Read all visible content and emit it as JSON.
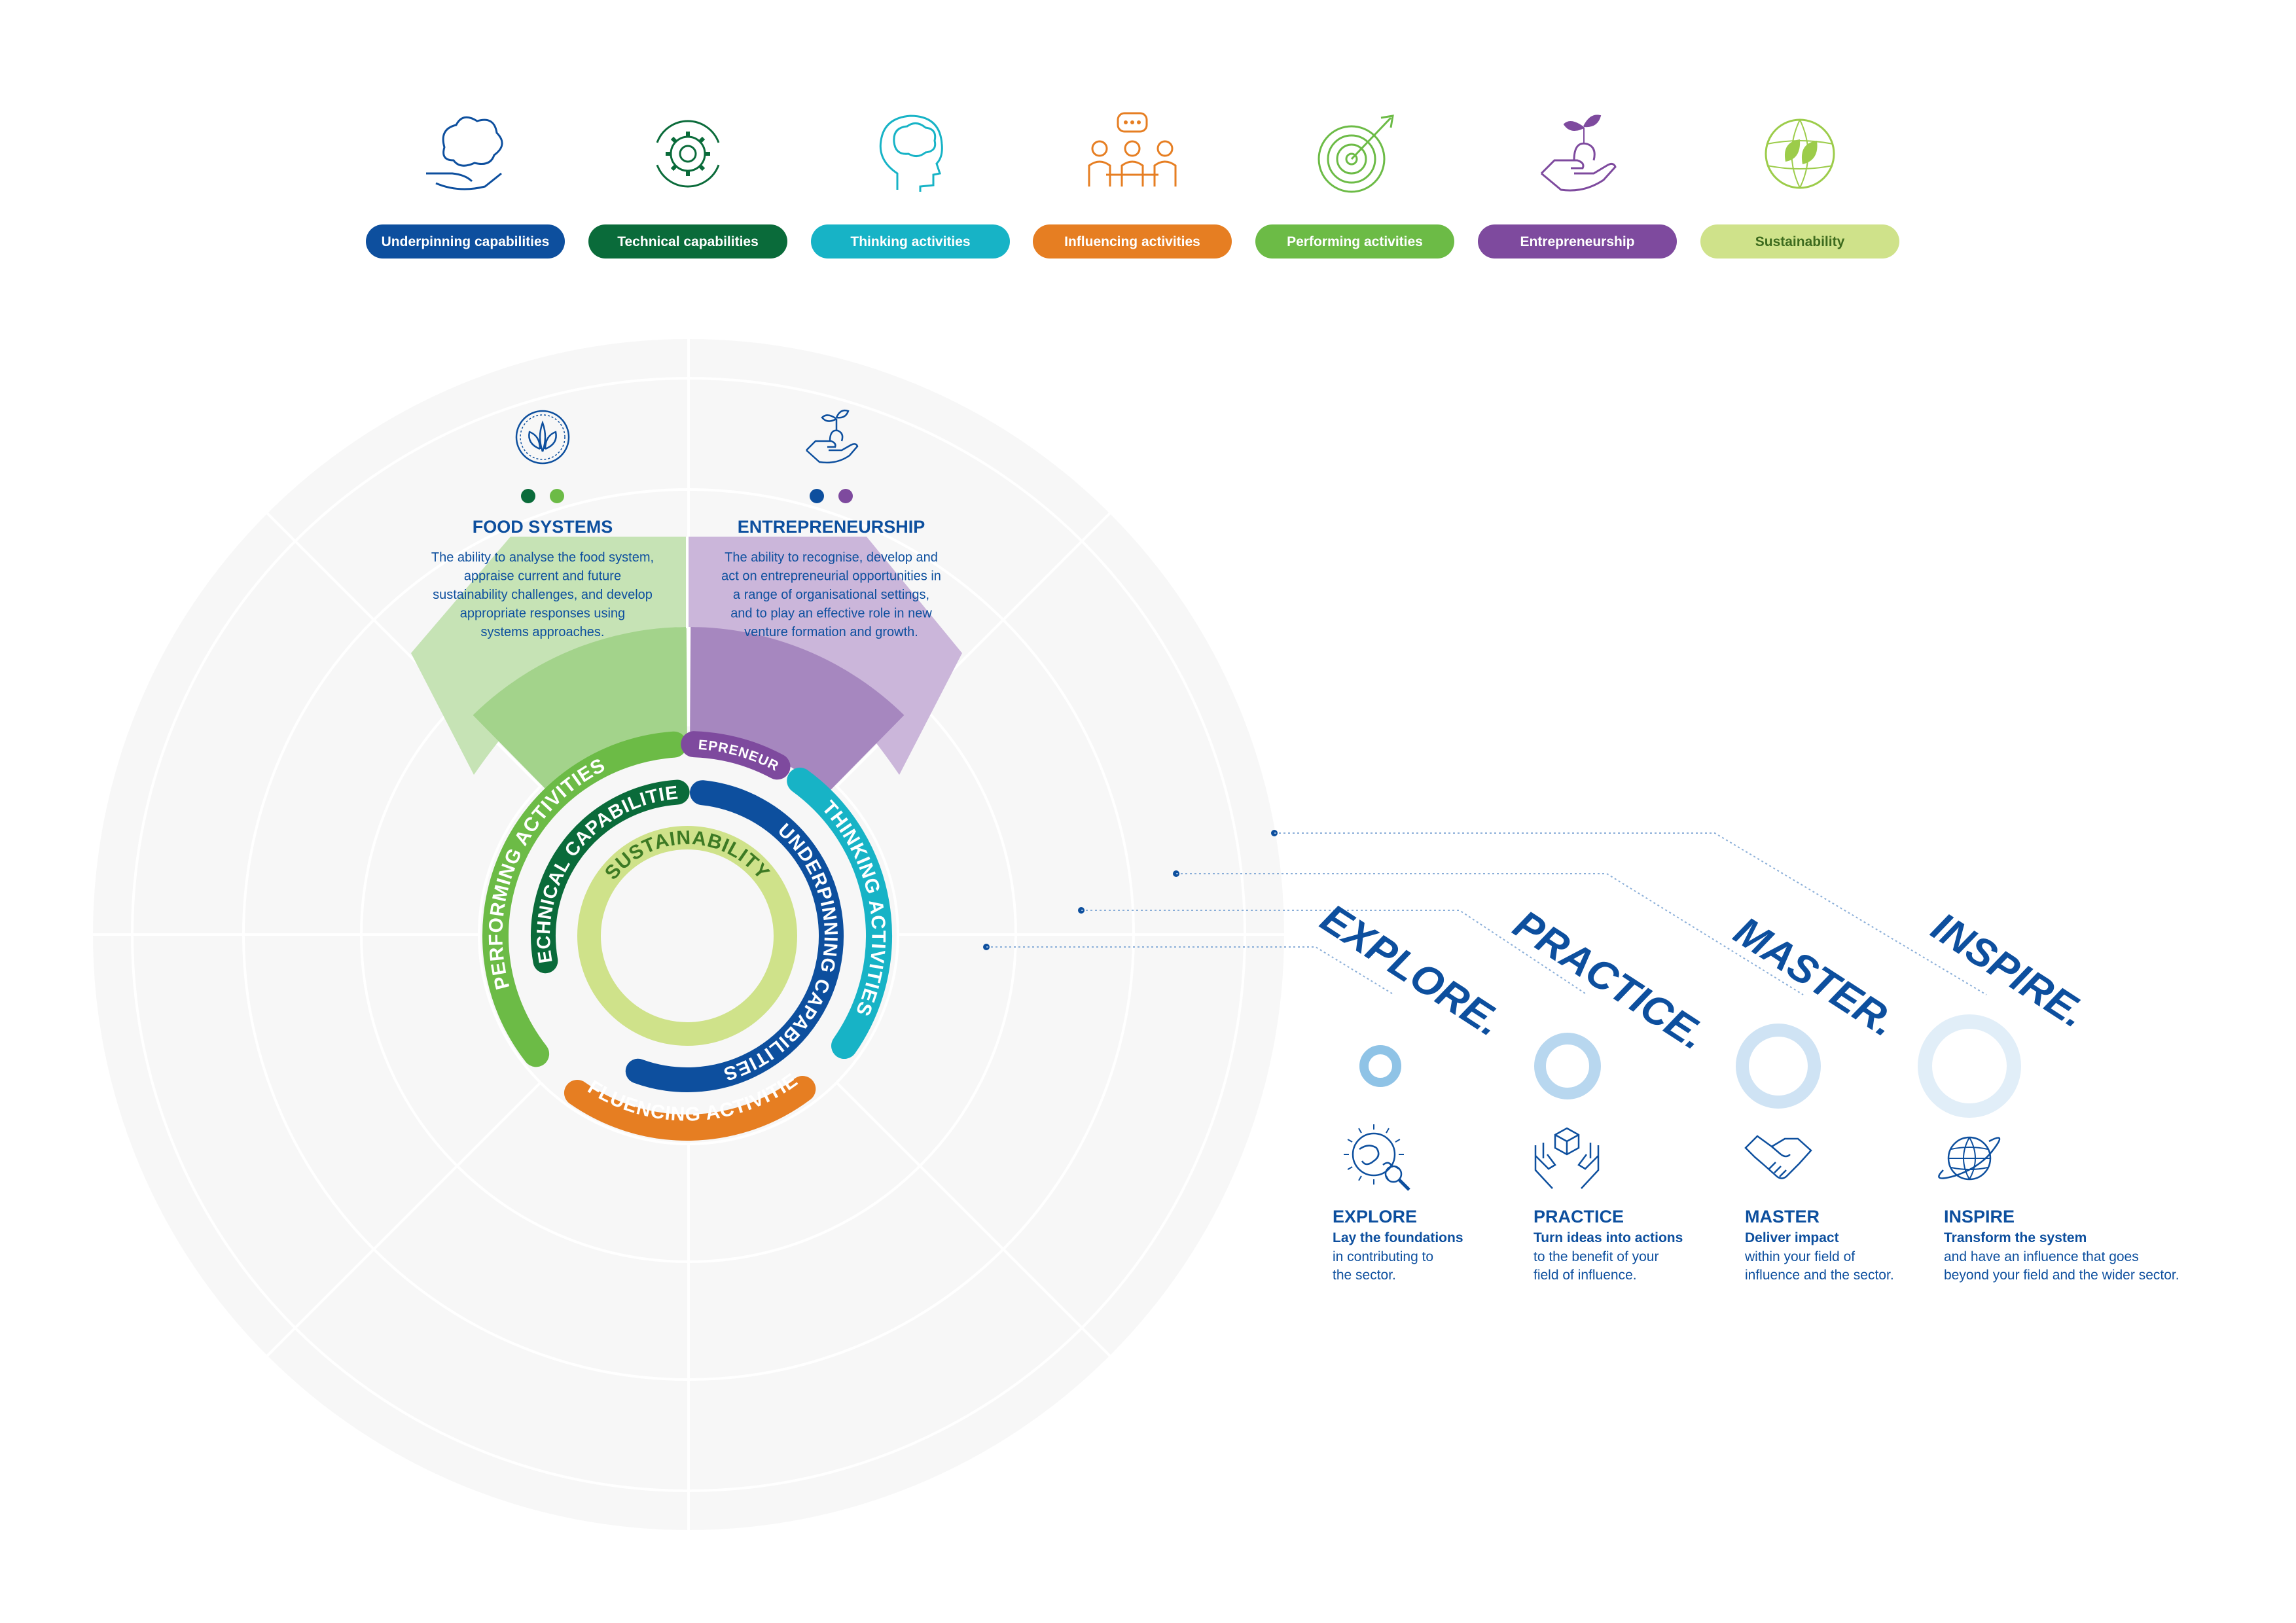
{
  "legend": [
    {
      "label": "Underpinning capabilities",
      "color": "#0d4f9e",
      "text_color": "#ffffff",
      "icon": "brain-in-hand-icon"
    },
    {
      "label": "Technical capabilities",
      "color": "#0a6b3a",
      "text_color": "#ffffff",
      "icon": "gear-cycle-icon"
    },
    {
      "label": "Thinking activities",
      "color": "#17b3c6",
      "text_color": "#ffffff",
      "icon": "head-brain-icon"
    },
    {
      "label": "Influencing activities",
      "color": "#e67e22",
      "text_color": "#ffffff",
      "icon": "team-speech-icon"
    },
    {
      "label": "Performing activities",
      "color": "#6cbb46",
      "text_color": "#ffffff",
      "icon": "target-arrow-icon"
    },
    {
      "label": "Entrepreneurship",
      "color": "#7e4a9e",
      "text_color": "#ffffff",
      "icon": "seedling-hand-icon"
    },
    {
      "label": "Sustainability",
      "color": "#cfe28a",
      "text_color": "#3d6b1e",
      "icon": "leaf-globe-icon"
    }
  ],
  "competencies": [
    {
      "title": "FOOD SYSTEMS",
      "description": "The ability to analyse the food system, appraise current and future sustainability challenges, and develop appropriate responses using systems approaches.",
      "lines": [
        "The ability to analyse the food system,",
        "appraise current and future",
        "sustainability challenges, and develop",
        "appropriate responses using",
        "systems approaches."
      ],
      "dot_colors": [
        "#0a6b3a",
        "#6cbb46"
      ],
      "icon": "leaf-circle-icon"
    },
    {
      "title": "ENTREPRENEURSHIP",
      "description": "The ability to recognise, develop and act on entrepreneurial opportunities in a range of organisational settings, and to play an effective role in new venture formation and growth.",
      "lines": [
        "The ability to recognise, develop and",
        "act on entrepreneurial opportunities in",
        "a range of organisational settings,",
        "and to play an effective role in new",
        "venture formation and growth."
      ],
      "dot_colors": [
        "#0d4f9e",
        "#7e4a9e"
      ],
      "icon": "seedling-hand-icon"
    }
  ],
  "rings": {
    "sustainability": "SUSTAINABILITY",
    "technical": "TECHNICAL CAPABILITIES",
    "underpinning": "UNDERPINNING CAPABILITIES",
    "performing": "PERFORMING ACTIVITIES",
    "entrepreneurship": "ENTREPRENEURSHIP",
    "thinking": "THINKING ACTIVITIES",
    "influencing": "INFLUENCING ACTIVITIES"
  },
  "levels": [
    {
      "tag": "EXPLORE.",
      "title": "EXPLORE",
      "subtitle": "Lay the foundations",
      "lines": [
        "in contributing to",
        "the sector."
      ],
      "icon": "globe-magnifier-icon"
    },
    {
      "tag": "PRACTICE.",
      "title": "PRACTICE",
      "subtitle": "Turn ideas into actions",
      "lines": [
        "to the benefit of your",
        "field of influence."
      ],
      "icon": "hands-cube-icon"
    },
    {
      "tag": "MASTER.",
      "title": "MASTER",
      "subtitle": "Deliver impact",
      "lines": [
        "within your field of",
        "influence and the sector."
      ],
      "icon": "handshake-icon"
    },
    {
      "tag": "INSPIRE.",
      "title": "INSPIRE",
      "subtitle": "Transform the system",
      "lines": [
        "and have an influence that goes",
        "beyond your field and the wider sector."
      ],
      "icon": "globe-orbit-icon"
    }
  ],
  "colors": {
    "navy": "#0d4f9e",
    "food_light": "#c6e3b5",
    "food_dark": "#a3d38b",
    "entre_light": "#cbb6da",
    "entre_dark": "#a687bf",
    "level_ring": "#a8cde8"
  }
}
